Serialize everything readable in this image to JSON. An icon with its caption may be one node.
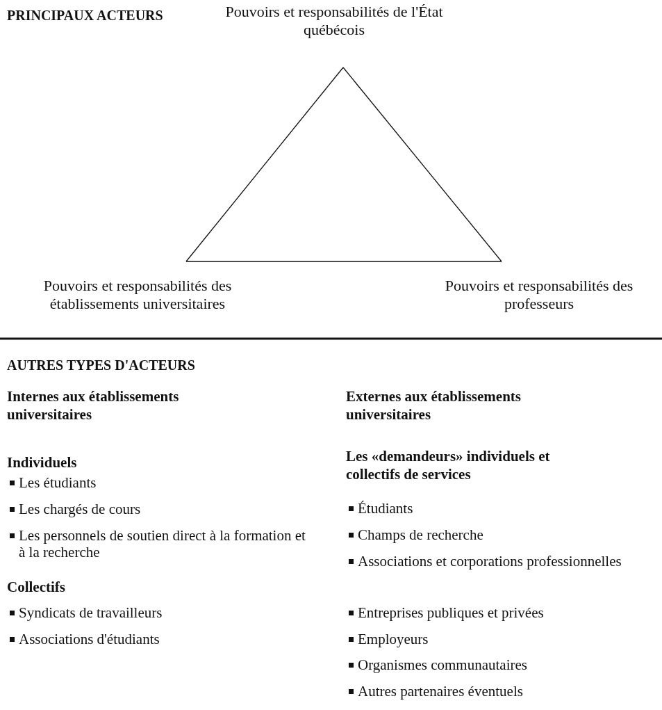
{
  "diagram": {
    "title": "PRINCIPAUX ACTEURS",
    "nodes": [
      {
        "text": [
          "Pouvoirs et responsabilités de l'État québécois"
        ]
      },
      {
        "text": [
          "Pouvoirs et responsabilités des établissements universitaires"
        ]
      },
      {
        "text": [
          "Pouvoirs et responsabilités des professeurs"
        ]
      }
    ],
    "edges": [
      {
        "from": 0,
        "to": 1,
        "arrow": "none"
      },
      {
        "from": 1,
        "to": 2,
        "arrow": "none"
      },
      {
        "from": 2,
        "to": 0,
        "arrow": "none"
      }
    ],
    "labels": [
      "AUTRES TYPES D'ACTEURS",
      "Internes aux établissements universitaires",
      "Individuels",
      "Les étudiants",
      "Les chargés de cours",
      "Les personnels de soutien direct à la formation et à la recherche",
      "Collectifs",
      "Syndicats de travailleurs",
      "Associations d'étudiants",
      "Externes aux établissements universitaires",
      "Les «demandeurs» individuels et collectifs de services",
      "Étudiants",
      "Champs de recherche",
      "Associations et corporations professionnelles",
      "Entreprises publiques et privées",
      "Employeurs",
      "Organismes communautaires",
      "Autres partenaires éventuels"
    ]
  }
}
